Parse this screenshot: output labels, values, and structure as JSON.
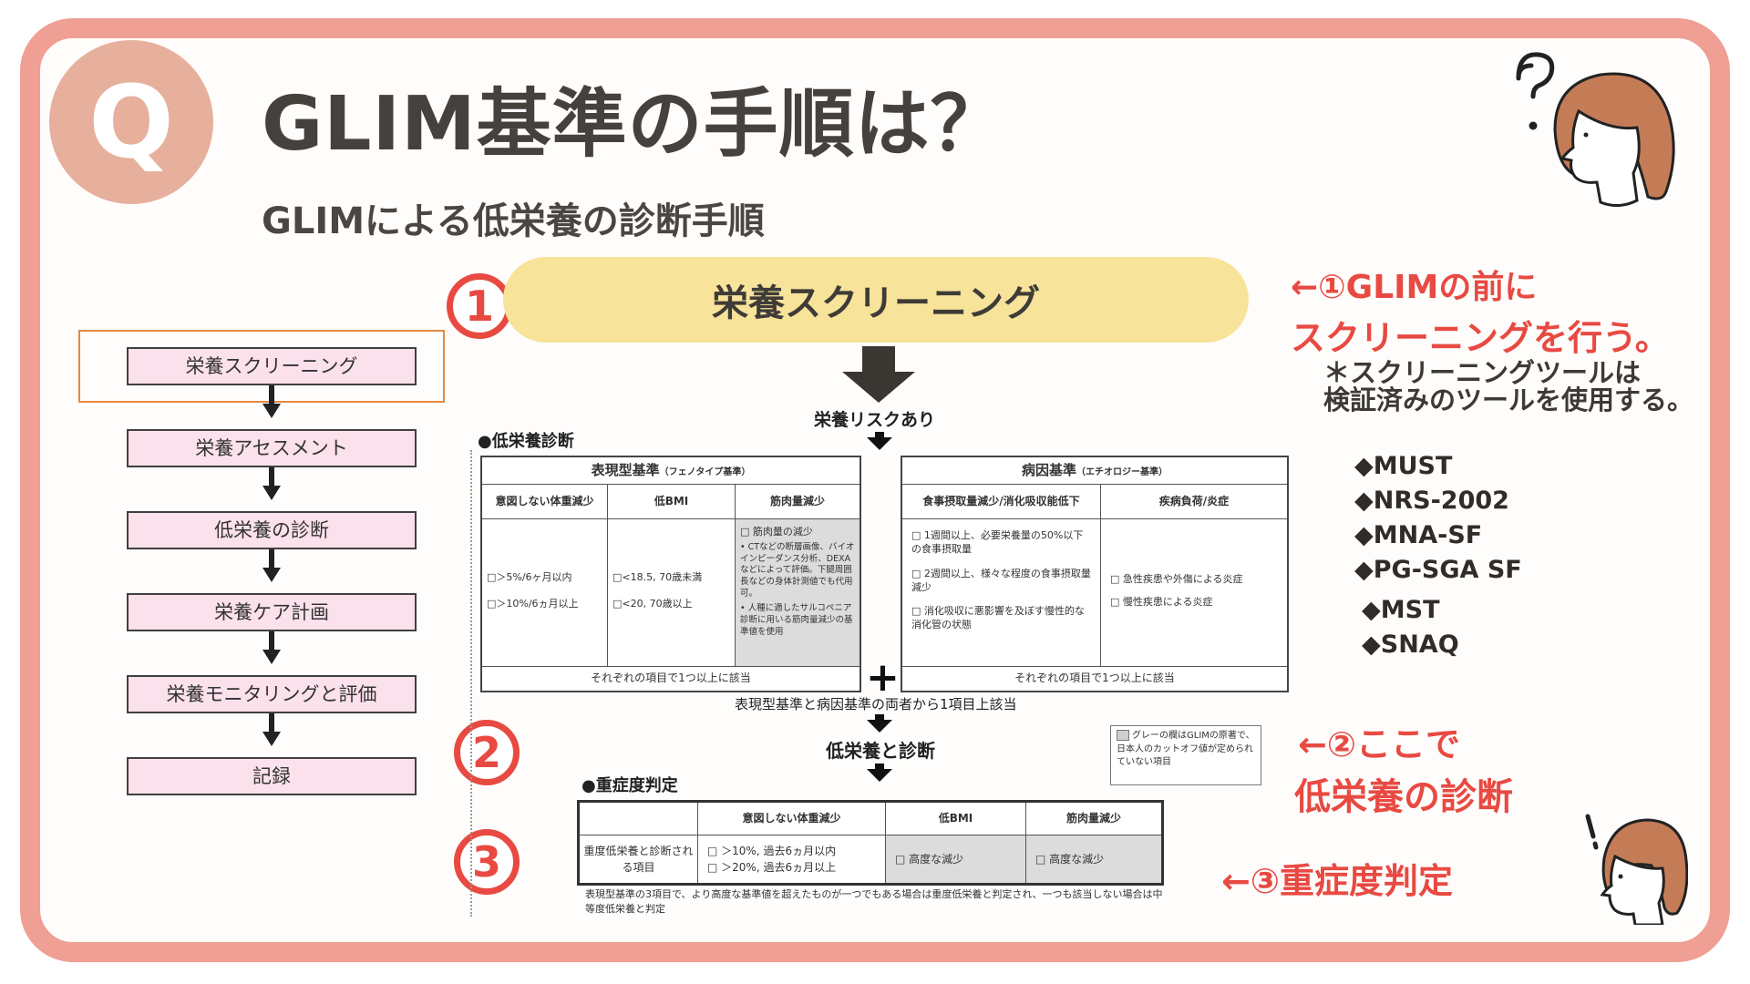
{
  "header": {
    "q_letter": "Q",
    "title": "GLIM基準の手順は？",
    "subtitle": "GLIMによる低栄養の診断手順"
  },
  "left_flow": {
    "items": [
      "栄養スクリーニング",
      "栄養アセスメント",
      "低栄養の診断",
      "栄養ケア計画",
      "栄養モニタリングと評価",
      "記録"
    ]
  },
  "steps": {
    "n1": "1",
    "n2": "2",
    "n3": "3",
    "screening": "栄養スクリーニング",
    "risk": "栄養リスクあり",
    "diag_section": "●低栄養診断",
    "both_criteria": "表現型基準と病因基準の両者から1項目上該当",
    "malnutrition": "低栄養と診断",
    "severity_section": "●重症度判定"
  },
  "phenotype_table": {
    "title": "表現型基準",
    "title_small": "（フェノタイプ基準）",
    "columns": [
      "意図しない体重減少",
      "低BMI",
      "筋肉量減少"
    ],
    "col1": [
      "□＞5%/6ヶ月以内",
      "□＞10%/6ヵ月以上"
    ],
    "col2": [
      "□<18.5, 70歳未満",
      "□<20, 70歳以上"
    ],
    "col3": [
      "□ 筋肉量の減少",
      "• CTなどの断層画像、バイオインピーダンス分析、DEXAなどによって評価。下腿周囲長などの身体計測値でも代用可。",
      "• 人種に適したサルコペニア診断に用いる筋肉量減少の基準値を使用"
    ],
    "footer": "それぞれの項目で1つ以上に該当"
  },
  "etiology_table": {
    "title": "病因基準",
    "title_small": "（エチオロジー基準）",
    "columns": [
      "食事摂取量減少/消化吸収能低下",
      "疾病負荷/炎症"
    ],
    "col1": [
      "□ 1週間以上、必要栄養量の50%以下の食事摂取量",
      "□ 2週間以上、様々な程度の食事摂取量減少",
      "□ 消化吸収に悪影響を及ぼす慢性的な消化管の状態"
    ],
    "col2": [
      "□ 急性疾患や外傷による炎症",
      "□ 慢性疾患による炎症"
    ],
    "footer": "それぞれの項目で1つ以上に該当"
  },
  "plus": "+",
  "grey_note": "グレーの欄はGLIMの原著で、日本人のカットオフ値が定められていない項目",
  "severity_table": {
    "columns": [
      "",
      "意図しない体重減少",
      "低BMI",
      "筋肉量減少"
    ],
    "row_label": "重度低栄養と診断される項目",
    "weight": [
      "□ ＞10%, 過去6ヵ月以内",
      "□ ＞20%, 過去6ヵ月以上"
    ],
    "bmi": "□ 高度な減少",
    "muscle": "□ 高度な減少",
    "footer": "表現型基準の3項目で、より高度な基準値を超えたものが一つでもある場合は重度低栄養と判定され、一つも該当しない場合は中等度低栄養と判定"
  },
  "annotations": {
    "a1_line1": "←①GLIMの前に",
    "a1_line2": "スクリーニングを行う。",
    "a1_note1": "＊スクリーニングツールは",
    "a1_note2": "検証済みのツールを使用する。",
    "a2_line1": "←②ここで",
    "a2_line2": "低栄養の診断",
    "a3": "←③重症度判定"
  },
  "tools": [
    "◆MUST",
    "◆NRS-2002",
    "◆MNA-SF",
    "◆PG-SGA SF",
    "◆MST",
    "◆SNAQ"
  ],
  "colors": {
    "frame": "#ef9f93",
    "q_circle": "#e6b09c",
    "pill": "#f8e39a",
    "accent_red": "#e84a42",
    "flow_box": "#fbe1ec",
    "hair": "#c47c57"
  }
}
